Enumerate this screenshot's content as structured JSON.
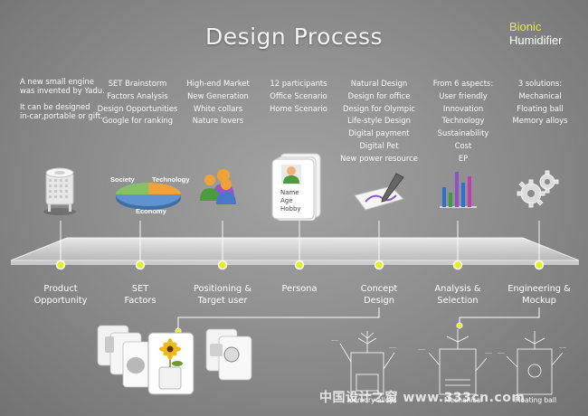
{
  "title": "Design Process",
  "brand": {
    "line1": "Bionic",
    "line2": "Humidifier"
  },
  "columns": [
    {
      "id": "product",
      "lines": [
        "A new small engine",
        "was invented by Yadu."
      ],
      "lines2": [
        "It can be designed",
        "in-car,portable or gift."
      ]
    },
    {
      "id": "set",
      "lines": [
        "SET Brainstorm",
        "Factors Analysis",
        "Design Opportunities",
        "Google for ranking"
      ]
    },
    {
      "id": "position",
      "lines": [
        "High-end Market",
        "New Generation",
        "White collars",
        "Nature lovers"
      ]
    },
    {
      "id": "persona",
      "lines": [
        "12 participants",
        "Office Scenario",
        "Home Scenario"
      ]
    },
    {
      "id": "concept",
      "lines": [
        "Natural Design",
        "Design for office",
        "Design for Olympic",
        "Life-style Design",
        "Digital payment",
        "Digital Pet",
        "New power resource"
      ]
    },
    {
      "id": "analysis",
      "lines": [
        "From 6 aspects:",
        "User friendly",
        "Innovation",
        "Technology",
        "Sustainability",
        "Cost",
        "EP"
      ]
    },
    {
      "id": "engineering",
      "lines": [
        "3 solutions:",
        "Mechanical",
        "Floating ball",
        "Memory alloys"
      ]
    }
  ],
  "set_chart": {
    "society": "Society",
    "technology": "Technology",
    "economy": "Economy"
  },
  "persona_card": {
    "name": "Name",
    "age": "Age",
    "hobby": "Hobby"
  },
  "stages": [
    {
      "line1": "Product",
      "line2": "Opportunity"
    },
    {
      "line1": "SET",
      "line2": "Factors"
    },
    {
      "line1": "Positioning &",
      "line2": "Target user"
    },
    {
      "line1": "Persona",
      "line2": ""
    },
    {
      "line1": "Concept",
      "line2": "Design"
    },
    {
      "line1": "Analysis &",
      "line2": "Selection"
    },
    {
      "line1": "Engineering &",
      "line2": "Mockup"
    }
  ],
  "sketch_labels": [
    "Memory alloys",
    "Mechanical",
    "Floating ball"
  ],
  "watermark": "中国设计之窗 www.333cn.com",
  "colors": {
    "accent_yellow": "#e6ea3a",
    "node_yellow": "#e8ee1e",
    "bar_colors": [
      "#2e6fd1",
      "#3c9c3a",
      "#8d52c8",
      "#c23cb0"
    ]
  }
}
